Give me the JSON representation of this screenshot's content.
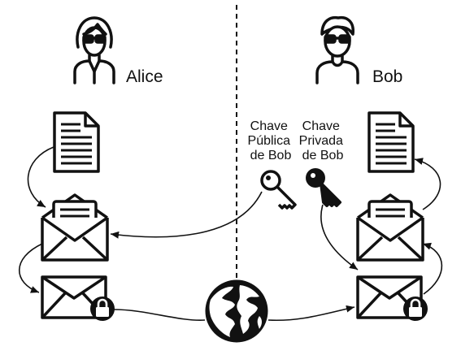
{
  "people": {
    "alice": {
      "name": "Alice",
      "icon": "woman-with-glasses-icon"
    },
    "bob": {
      "name": "Bob",
      "icon": "man-with-glasses-icon"
    }
  },
  "keys": {
    "public": {
      "line1": "Chave",
      "line2": "Pública",
      "line3": "de Bob",
      "icon": "key-icon"
    },
    "private": {
      "line1": "Chave",
      "line2": "Privada",
      "line3": "de Bob",
      "icon": "key-icon"
    }
  },
  "icons": {
    "document": "document-icon",
    "open_envelope": "open-envelope-with-letter-icon",
    "locked_envelope": "locked-envelope-icon",
    "globe": "globe-icon"
  },
  "colors": {
    "ink": "#111111",
    "background": "#ffffff"
  }
}
